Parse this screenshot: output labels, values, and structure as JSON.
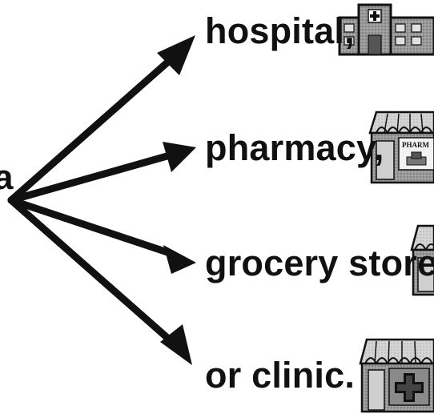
{
  "lead_text": "a",
  "destinations": [
    {
      "label": "hospital,",
      "icon": "hospital-building-icon"
    },
    {
      "label": "pharmacy,",
      "icon": "pharmacy-storefront-icon",
      "sign_text": "PHARM"
    },
    {
      "label": "grocery store",
      "icon": "grocery-storefront-icon"
    },
    {
      "label": "or clinic.",
      "icon": "clinic-storefront-icon"
    }
  ],
  "colors": {
    "ink": "#111111",
    "icon_fill": "#8a8a8a",
    "icon_light": "#cfcfcf",
    "background": "#ffffff"
  }
}
